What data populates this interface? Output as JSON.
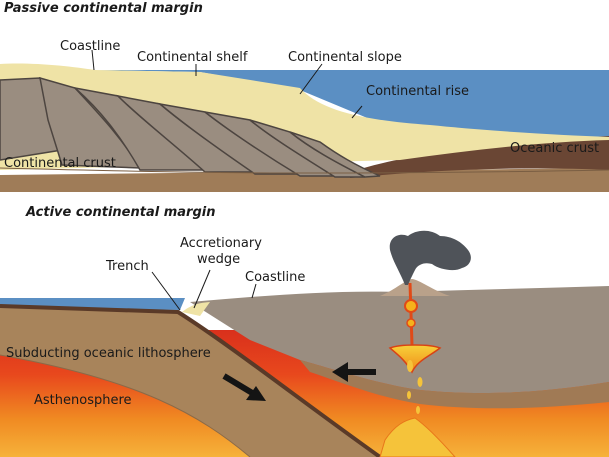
{
  "passive": {
    "title": "Passive continental margin",
    "labels": {
      "coastline": "Coastline",
      "shelf": "Continental shelf",
      "slope": "Continental slope",
      "rise": "Continental rise",
      "oceanic_crust": "Oceanic crust",
      "continental_crust": "Continental crust"
    }
  },
  "active": {
    "title": "Active continental margin",
    "labels": {
      "trench": "Trench",
      "wedge_line1": "Accretionary",
      "wedge_line2": "wedge",
      "coastline": "Coastline",
      "subducting": "Subducting oceanic lithosphere",
      "asthenosphere": "Asthenosphere"
    }
  },
  "colors": {
    "ocean": "#5b8fc3",
    "sediment": "#efe3a6",
    "continental_crust": "#9a8d80",
    "oceanic_crust": "#6a4634",
    "mantle_brown": "#9f7c58",
    "asthenosphere_red": "#e0381f",
    "asthenosphere_orange": "#f29a22",
    "magma": "#f07c17",
    "volcano_smoke": "#4f5359",
    "arrow": "#141414"
  },
  "icons": [
    "motion-arrow-icon",
    "volcano-icon",
    "ash-plume-icon",
    "magma-drop-icon"
  ]
}
